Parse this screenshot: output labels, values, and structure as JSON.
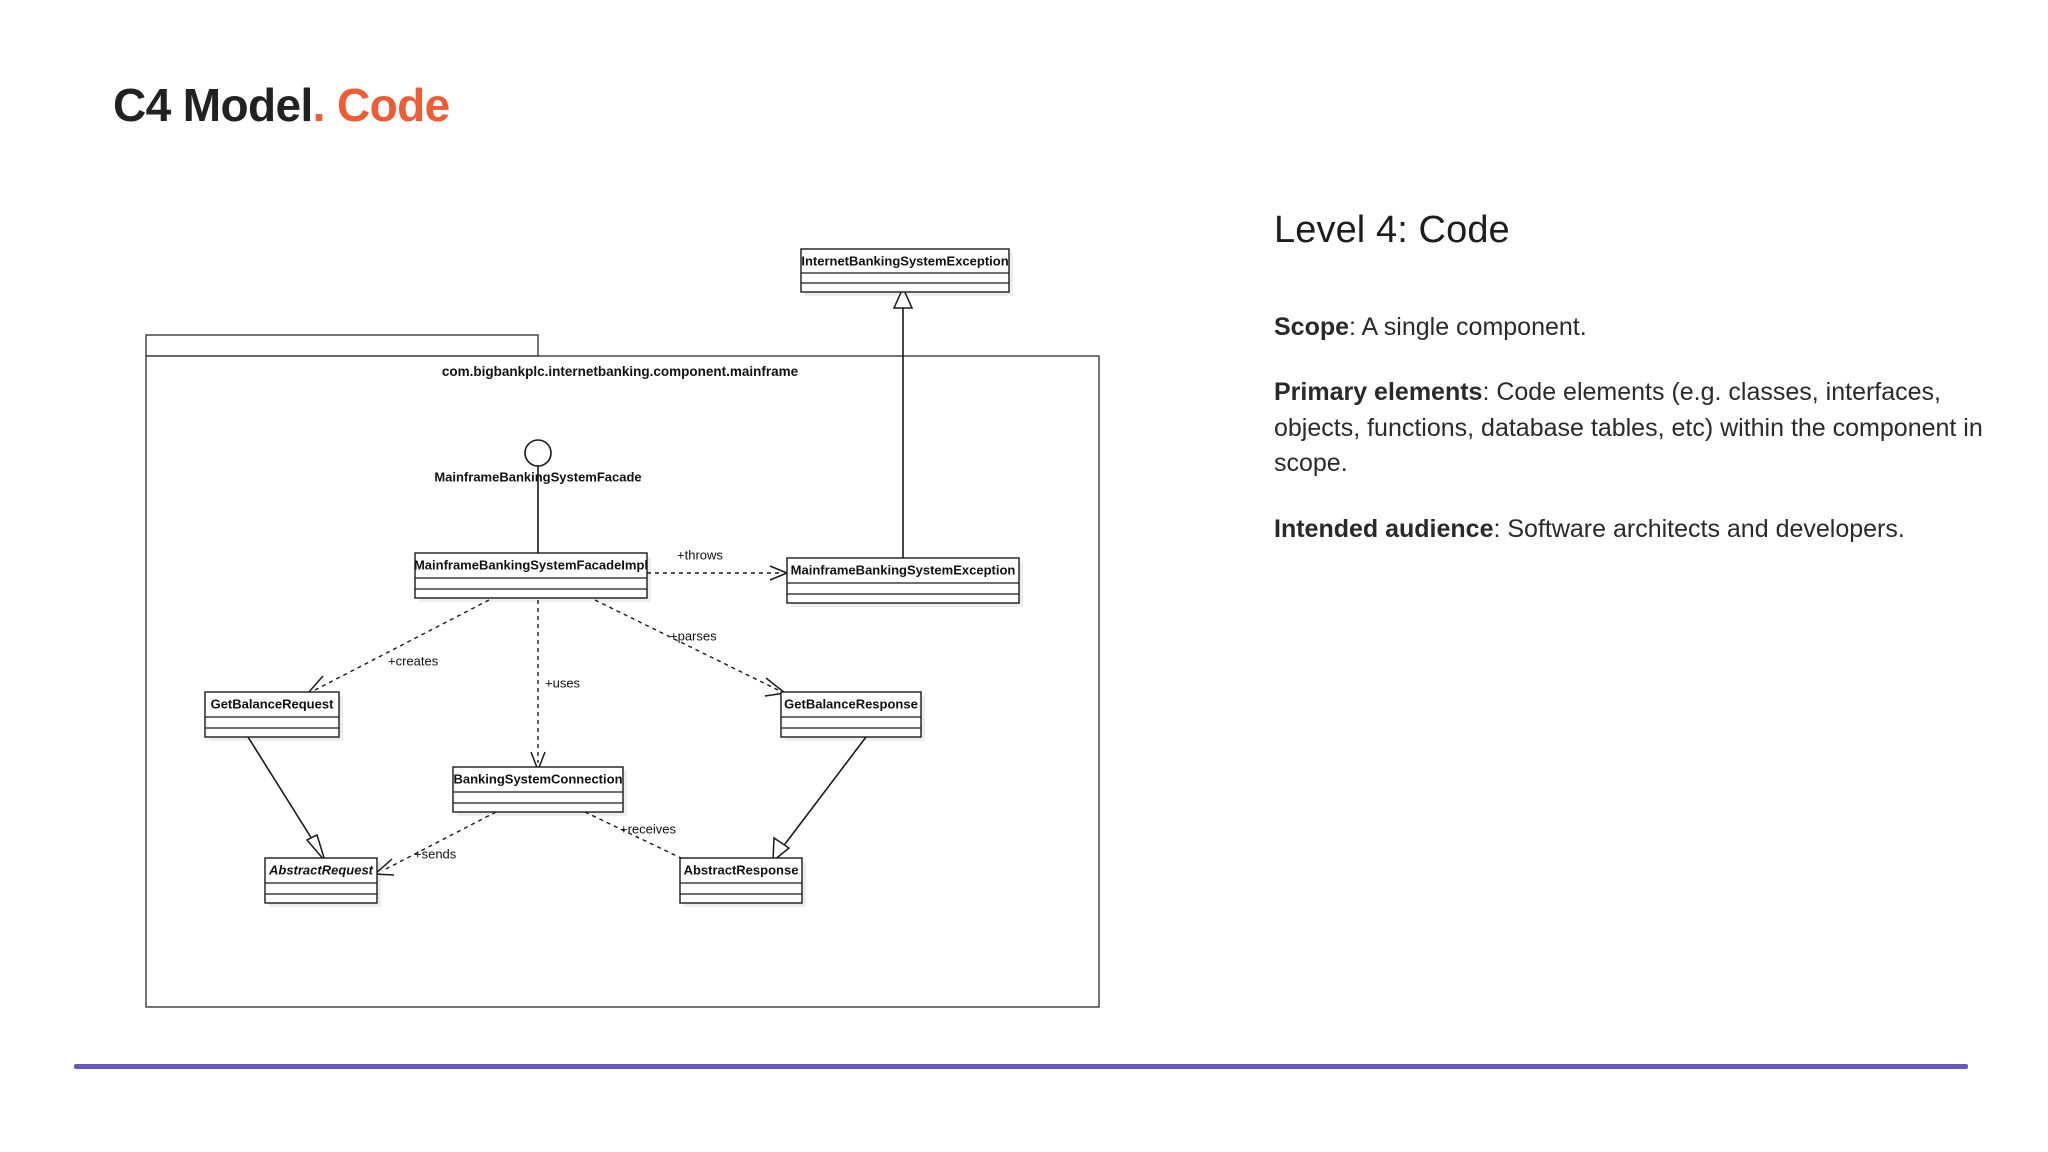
{
  "slide": {
    "title_dark": "C4 Model",
    "title_dot": ".",
    "title_accent": "Code",
    "accent_color": "#ef5b33",
    "rule_color": "#6a58c0"
  },
  "panel": {
    "heading": "Level 4: Code",
    "paragraphs": [
      {
        "label": "Scope",
        "text": ": A single component."
      },
      {
        "label": "Primary elements",
        "text": ": Code elements (e.g. classes, interfaces, objects, functions, database tables, etc) within the component in scope."
      },
      {
        "label": "Intended audience",
        "text": ": Software architects and developers."
      }
    ]
  },
  "diagram": {
    "package_name": "com.bigbankplc.internetbanking.component.mainframe",
    "interface_name": "MainframeBankingSystemFacade",
    "classes": [
      {
        "id": "internet-banking-system-exception",
        "name": "InternetBankingSystemException",
        "italic": false
      },
      {
        "id": "mainframe-banking-system-facade-impl",
        "name": "MainframeBankingSystemFacadeImpl",
        "italic": false
      },
      {
        "id": "mainframe-banking-system-exception",
        "name": "MainframeBankingSystemException",
        "italic": false
      },
      {
        "id": "get-balance-request",
        "name": "GetBalanceRequest",
        "italic": false
      },
      {
        "id": "get-balance-response",
        "name": "GetBalanceResponse",
        "italic": false
      },
      {
        "id": "banking-system-connection",
        "name": "BankingSystemConnection",
        "italic": false
      },
      {
        "id": "abstract-request",
        "name": "AbstractRequest",
        "italic": true
      },
      {
        "id": "abstract-response",
        "name": "AbstractResponse",
        "italic": false
      }
    ],
    "edge_labels": {
      "throws": "+throws",
      "creates": "+creates",
      "uses": "+uses",
      "parses": "+parses",
      "sends": "+sends",
      "receives": "+receives"
    }
  }
}
